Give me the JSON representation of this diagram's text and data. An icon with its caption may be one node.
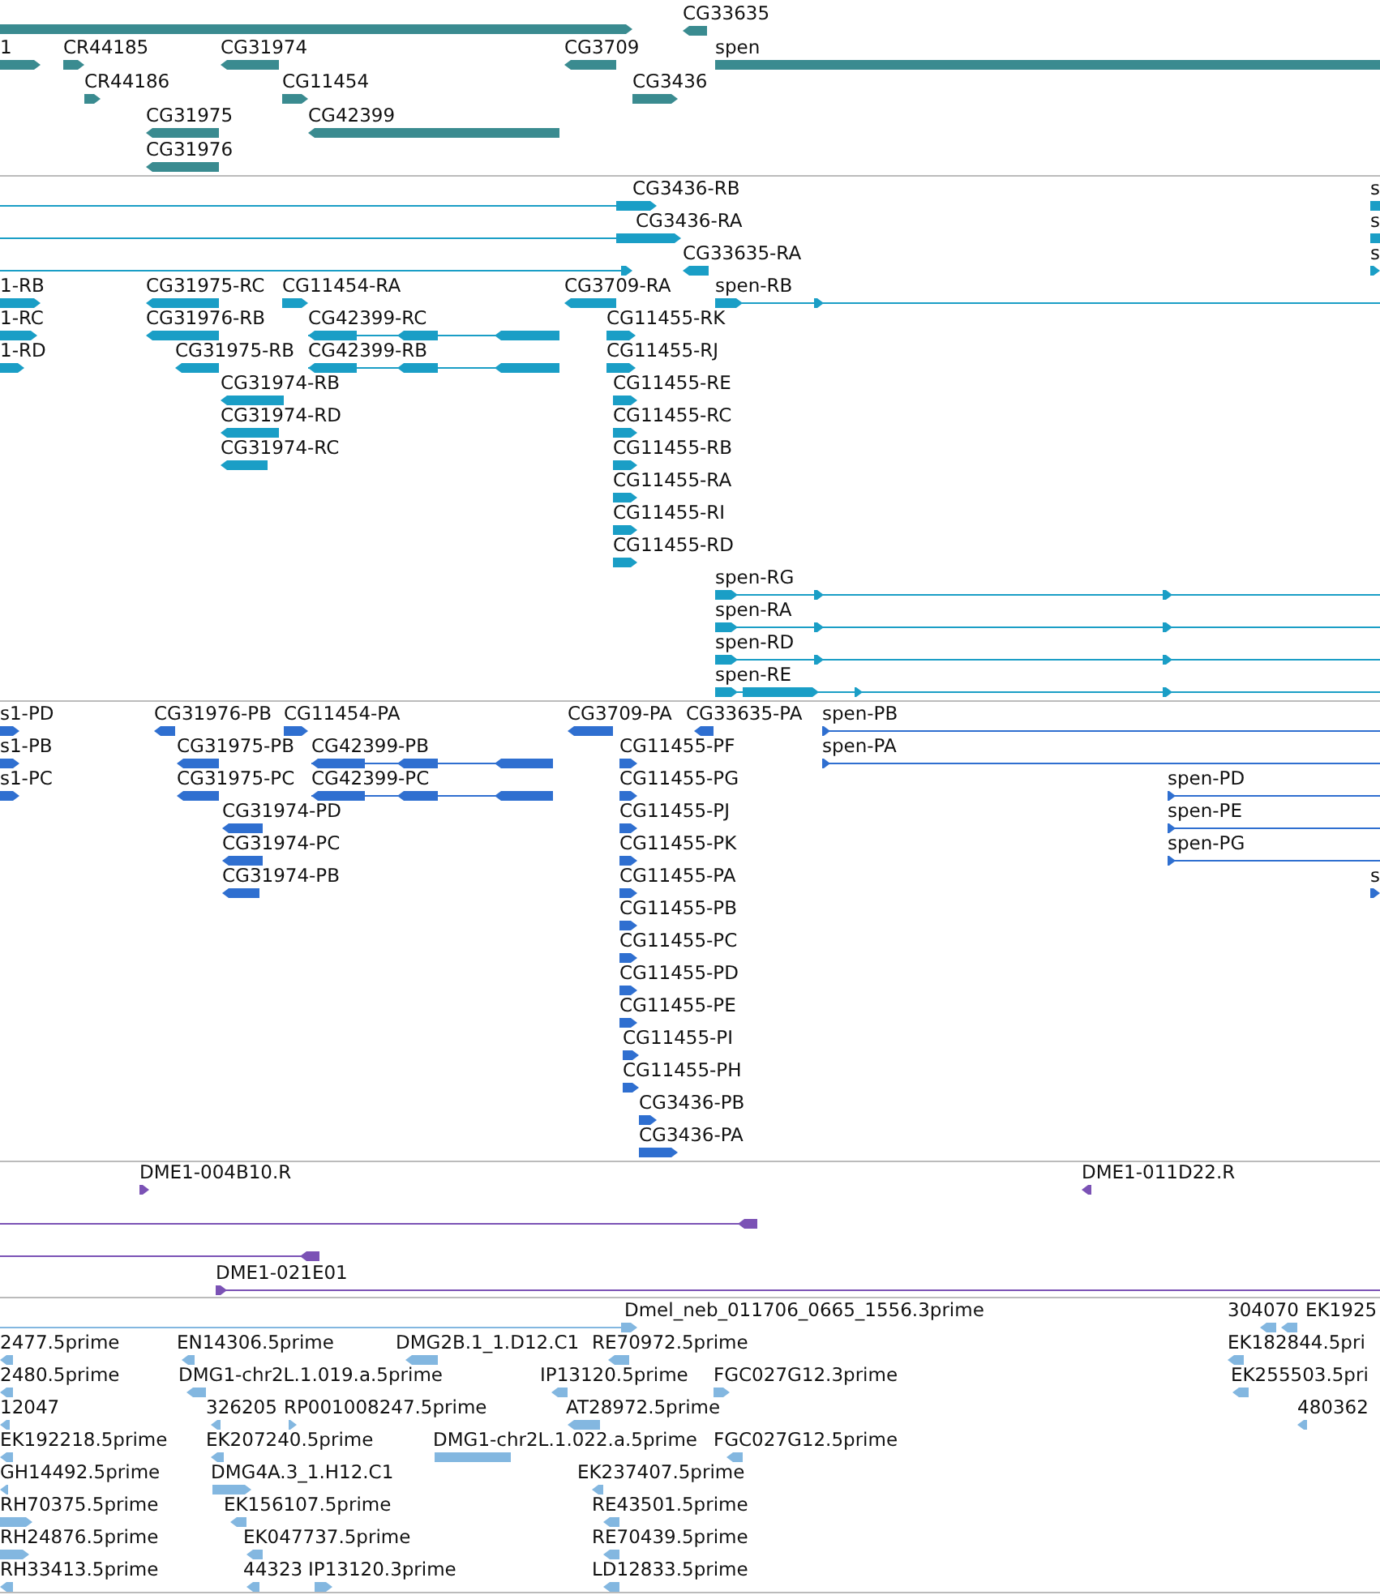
{
  "diagram": {
    "labels": [
      "CG33635",
      "1",
      "CR44185",
      "CG31974",
      "CG3709",
      "spen",
      "CR44186",
      "CG11454",
      "CG3436",
      "CG31975",
      "CG42399",
      "CG31976",
      "CG3436-RB",
      "s",
      "CG3436-RA",
      "s",
      "CG33635-RA",
      "s",
      "1-RB",
      "CG31975-RC",
      "CG11454-RA",
      "CG3709-RA",
      "spen-RB",
      "1-RC",
      "CG31976-RB",
      "CG42399-RC",
      "CG11455-RK",
      "1-RD",
      "CG31975-RB",
      "CG42399-RB",
      "CG11455-RJ",
      "CG31974-RB",
      "CG11455-RE",
      "CG31974-RD",
      "CG11455-RC",
      "CG31974-RC",
      "CG11455-RB",
      "CG11455-RA",
      "CG11455-RI",
      "CG11455-RD",
      "spen-RG",
      "spen-RA",
      "spen-RD",
      "spen-RE",
      "s1-PD",
      "CG31976-PB",
      "CG11454-PA",
      "CG3709-PA",
      "CG33635-PA",
      "spen-PB",
      "s1-PB",
      "CG31975-PB",
      "CG42399-PB",
      "CG11455-PF",
      "spen-PA",
      "s1-PC",
      "CG31975-PC",
      "CG42399-PC",
      "CG11455-PG",
      "spen-PD",
      "CG31974-PD",
      "CG11455-PJ",
      "spen-PE",
      "CG31974-PC",
      "CG11455-PK",
      "spen-PG",
      "CG31974-PB",
      "CG11455-PA",
      "s",
      "CG11455-PB",
      "CG11455-PC",
      "CG11455-PD",
      "CG11455-PE",
      "CG11455-PI",
      "CG11455-PH",
      "CG3436-PB",
      "CG3436-PA",
      "DME1-004B10.R",
      "DME1-011D22.R",
      "DME1-021E01",
      "Dmel_neb_011706_0665_1556.3prime",
      "304070",
      "EK1925",
      "2477.5prime",
      "EN14306.5prime",
      "DMG2B.1_1.D12.C1",
      "RE70972.5prime",
      "EK182844.5pri",
      "2480.5prime",
      "DMG1-chr2L.1.019.a.5prime",
      "IP13120.5prime",
      "FGC027G12.3prime",
      "EK255503.5pri",
      "12047",
      "326205",
      "RP001008247.5prime",
      "AT28972.5prime",
      "480362",
      "EK192218.5prime",
      "EK207240.5prime",
      "DMG1-chr2L.1.022.a.5prime",
      "FGC027G12.5prime",
      "GH14492.5prime",
      "DMG4A.3_1.H12.C1",
      "EK237407.5prime",
      "RH70375.5prime",
      "EK156107.5prime",
      "RE43501.5prime",
      "RH24876.5prime",
      "EK047737.5prime",
      "RE70439.5prime",
      "RH33413.5prime",
      "44323",
      "IP13120.3prime",
      "LD12833.5prime"
    ]
  }
}
